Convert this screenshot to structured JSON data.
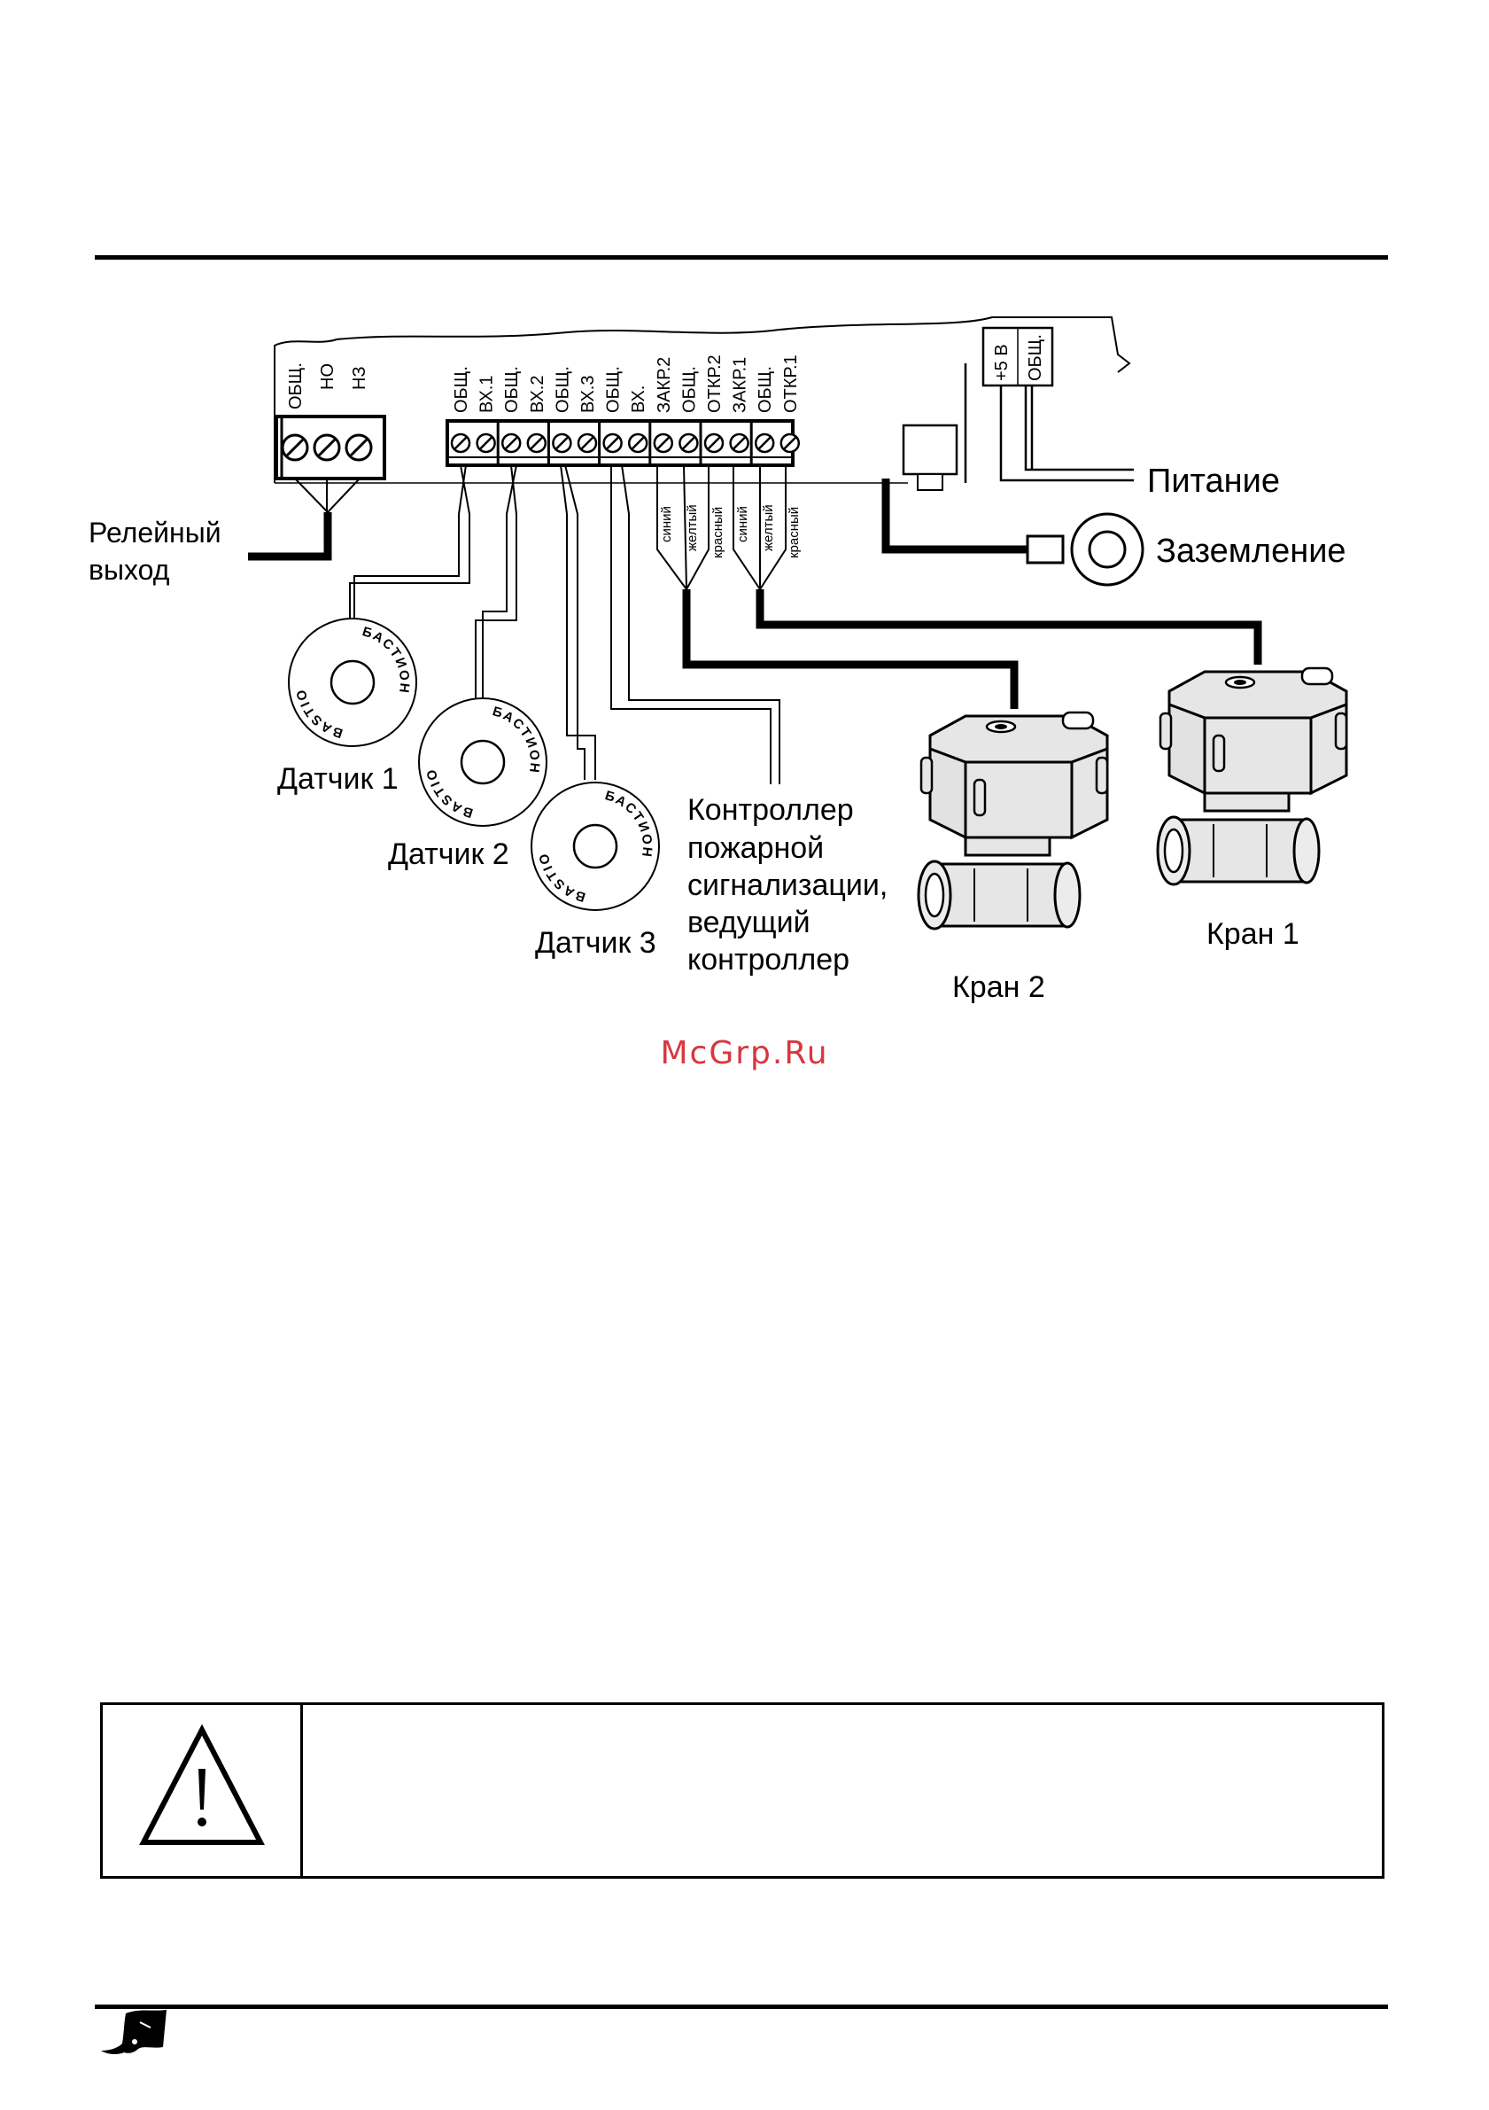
{
  "header_rule": true,
  "diagram": {
    "relay_terminals": [
      "ОБЩ.",
      "НО",
      "НЗ"
    ],
    "relay_output_label": [
      "Релейный",
      "выход"
    ],
    "main_terminals": [
      "ОБЩ.",
      "ВХ.1",
      "ОБЩ.",
      "ВХ.2",
      "ОБЩ.",
      "ВХ.3",
      "ОБЩ.",
      "ВХ.",
      "ЗАКР.2",
      "ОБЩ.",
      "ОТКР.2",
      "ЗАКР.1",
      "ОБЩ.",
      "ОТКР.1"
    ],
    "power_terminals": [
      "+5 В",
      "ОБЩ."
    ],
    "power_label": "Питание",
    "ground_label": "Заземление",
    "wire_colors_valve2": [
      "синий",
      "желтый",
      "красный"
    ],
    "wire_colors_valve1": [
      "синий",
      "желтый",
      "красный"
    ],
    "sensors": [
      {
        "label": "Датчик 1"
      },
      {
        "label": "Датчик 2"
      },
      {
        "label": "Датчик 3"
      }
    ],
    "sensor_ring_text_top": "БАСТИОН",
    "sensor_ring_text_bottom": "BASTION",
    "controller_label": [
      "Контроллер",
      "пожарной",
      "сигнализации,",
      "ведущий",
      "контроллер"
    ],
    "valve2_label": "Кран 2",
    "valve1_label": "Кран 1"
  },
  "watermark": "McGrp.Ru",
  "warning": {
    "icon": "warning-triangle-icon",
    "text": ""
  },
  "footer": {
    "logo_icon": "stingray-logo-icon"
  }
}
